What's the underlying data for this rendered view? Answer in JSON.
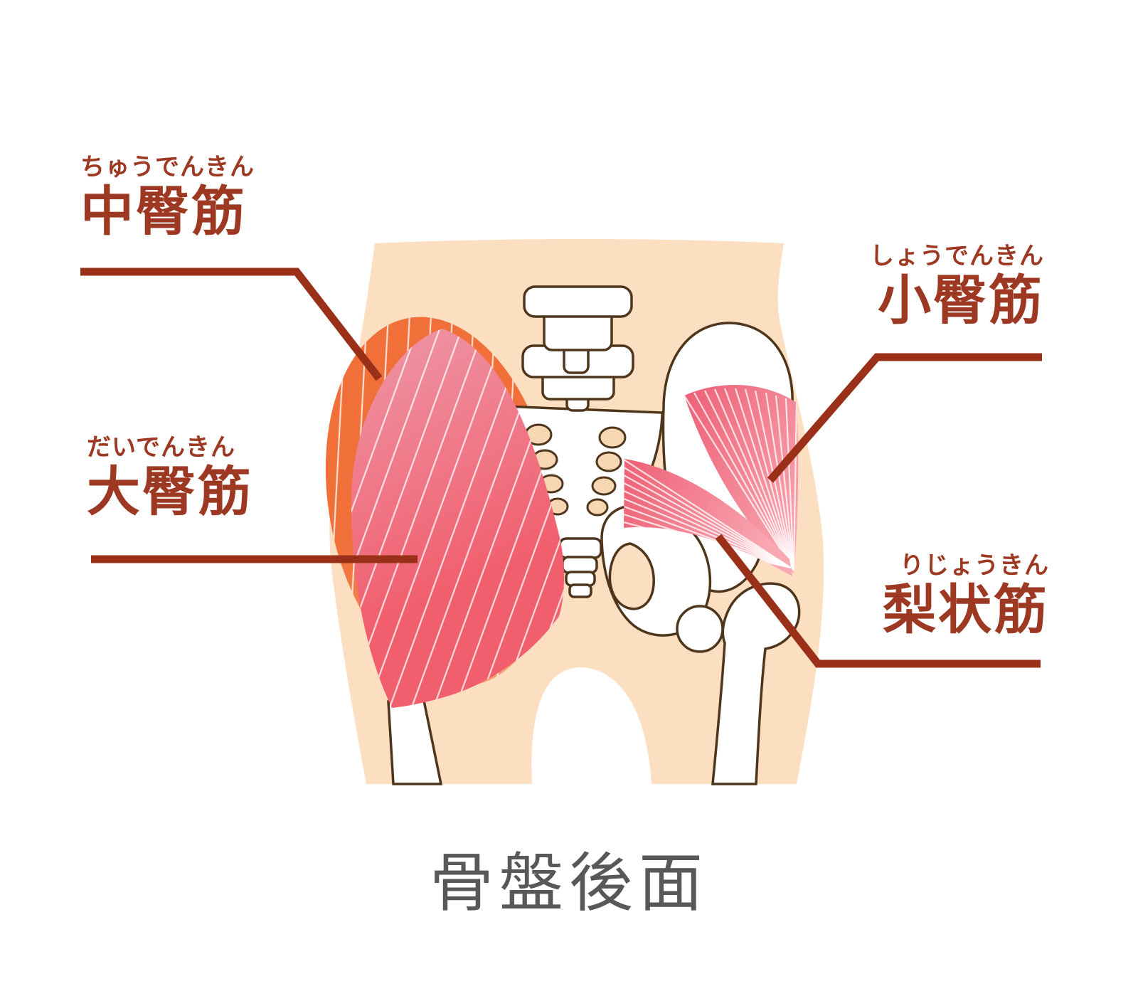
{
  "title": {
    "text": "骨盤後面"
  },
  "muscle_labels": {
    "gluteus_medius": {
      "furigana": "ちゅうでんきん",
      "kanji": "中臀筋"
    },
    "gluteus_maximus": {
      "furigana": "だいでんきん",
      "kanji": "大臀筋"
    },
    "gluteus_minimus": {
      "furigana": "しょうでんきん",
      "kanji": "小臀筋"
    },
    "piriformis": {
      "furigana": "りじょうきん",
      "kanji": "梨状筋"
    }
  },
  "colors": {
    "label_text": "#9d3922",
    "leader_line": "#9a3018",
    "title_text": "#595757",
    "skin": "#fcdfc1",
    "skin_deep": "#f7d6b4",
    "bone_line": "#4e361c",
    "bone_fill": "#ffffff",
    "medius_orange_dark": "#f1703a",
    "medius_orange_light": "#f5a074",
    "maximus_pink_light": "#ee96a6",
    "maximus_pink_dark": "#f15e6d",
    "deep_pink": "#ed5f75",
    "deep_pink_light": "#f9a8b2",
    "striation": "#ffffff"
  }
}
